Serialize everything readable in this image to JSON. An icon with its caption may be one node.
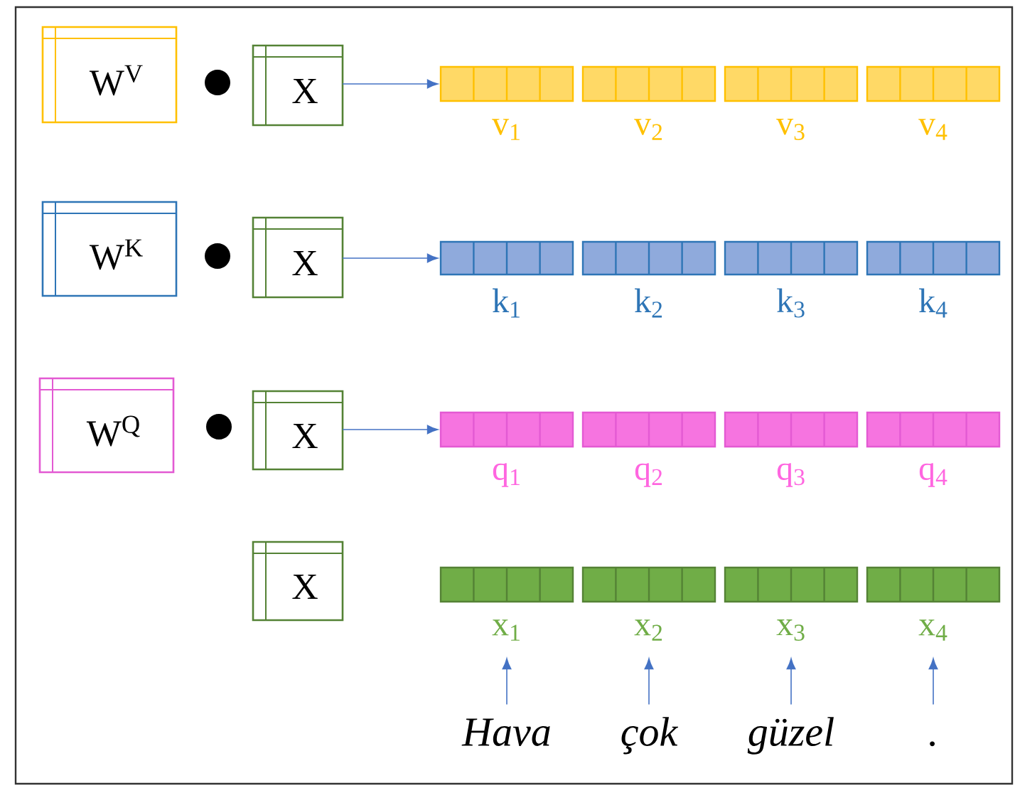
{
  "diagram": {
    "nodes": [
      {
        "text": [
          "W$^{V}$"
        ]
      },
      {
        "text": [
          "X"
        ]
      },
      {
        "text": [],
        "shape": "bar",
        "beside": [
          "v$_{1}$"
        ]
      },
      {
        "text": [],
        "shape": "bar",
        "beside": [
          "v$_{2}$"
        ]
      },
      {
        "text": [],
        "shape": "bar",
        "beside": [
          "v$_{3}$"
        ]
      },
      {
        "text": [],
        "shape": "bar",
        "beside": [
          "v$_{4}$"
        ]
      },
      {
        "text": [
          "W$^{K}$"
        ]
      },
      {
        "text": [
          "X"
        ]
      },
      {
        "text": [],
        "shape": "bar",
        "beside": [
          "k$_{1}$"
        ]
      },
      {
        "text": [],
        "shape": "bar",
        "beside": [
          "k$_{2}$"
        ]
      },
      {
        "text": [],
        "shape": "bar",
        "beside": [
          "k$_{3}$"
        ]
      },
      {
        "text": [],
        "shape": "bar",
        "beside": [
          "k$_{4}$"
        ]
      },
      {
        "text": [
          "W$^{Q}$"
        ]
      },
      {
        "text": [
          "X"
        ]
      },
      {
        "text": [],
        "shape": "bar",
        "beside": [
          "q$_{1}$"
        ]
      },
      {
        "text": [],
        "shape": "bar",
        "beside": [
          "q$_{2}$"
        ]
      },
      {
        "text": [],
        "shape": "bar",
        "beside": [
          "q$_{3}$"
        ]
      },
      {
        "text": [],
        "shape": "bar",
        "beside": [
          "q$_{4}$"
        ]
      },
      {
        "text": [
          "X"
        ]
      },
      {
        "text": [],
        "shape": "bar",
        "beside": [
          "x$_{1}$"
        ]
      },
      {
        "text": [],
        "shape": "bar",
        "beside": [
          "x$_{2}$"
        ]
      },
      {
        "text": [],
        "shape": "bar",
        "beside": [
          "x$_{3}$"
        ]
      },
      {
        "text": [],
        "shape": "bar",
        "beside": [
          "x$_{4}$"
        ]
      },
      {
        "text": [
          "Hava"
        ]
      },
      {
        "text": [
          "çok"
        ]
      },
      {
        "text": [
          "güzel"
        ]
      },
      {
        "text": [
          "."
        ]
      }
    ],
    "edges": [
      {
        "from": 1,
        "to": 2,
        "arrow": "to"
      },
      {
        "from": 7,
        "to": 8,
        "arrow": "to"
      },
      {
        "from": 13,
        "to": 14,
        "arrow": "to"
      },
      {
        "from": 23,
        "to": 19,
        "arrow": "to"
      },
      {
        "from": 24,
        "to": 20,
        "arrow": "to"
      },
      {
        "from": 25,
        "to": 21,
        "arrow": "to"
      },
      {
        "from": 26,
        "to": 22,
        "arrow": "to"
      }
    ]
  }
}
